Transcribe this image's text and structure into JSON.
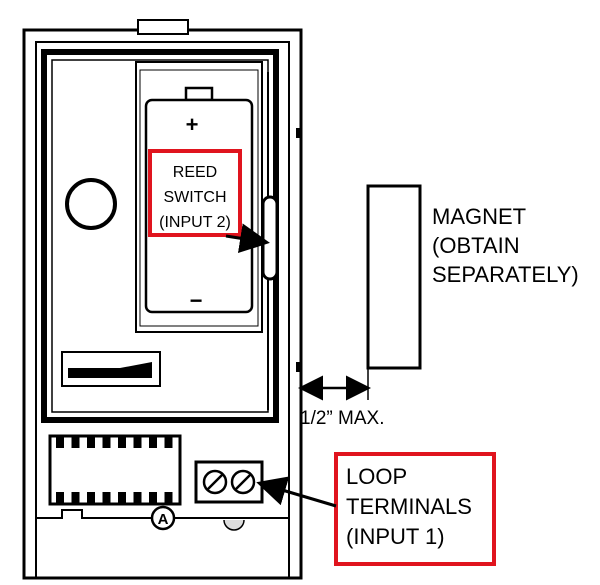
{
  "colors": {
    "outline": "#000000",
    "highlight": "#e0141e",
    "background": "#ffffff",
    "body_fill": "#ffffff"
  },
  "labels": {
    "reed_switch": [
      "REED",
      "SWITCH",
      "(INPUT 2)"
    ],
    "magnet": [
      "MAGNET",
      "(OBTAIN",
      "SEPARATELY)"
    ],
    "gap": "1/2” MAX.",
    "loop_terminals": [
      "LOOP",
      "TERMINALS",
      "(INPUT 1)"
    ],
    "battery_plus": "+",
    "battery_minus": "−",
    "corner_mark": "A"
  },
  "icons": {
    "terminal_screw": "slotted-screw-icon",
    "arrow": "arrow-icon",
    "dimension_arrow": "double-arrow-icon"
  }
}
